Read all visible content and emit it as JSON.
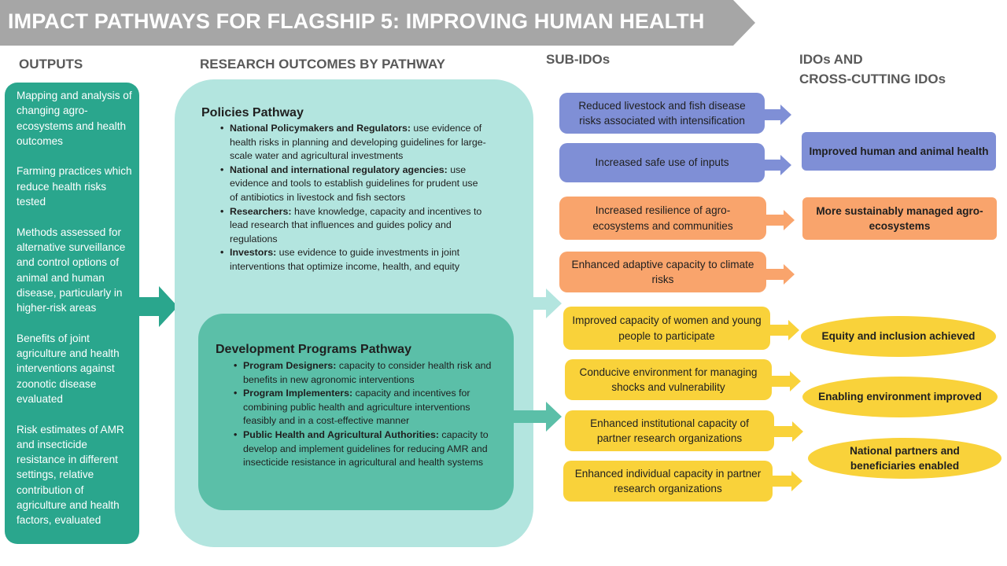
{
  "title": "IMPACT PATHWAYS FOR FLAGSHIP 5: IMPROVING HUMAN HEALTH",
  "headers": {
    "outputs": "OUTPUTS",
    "research_outcomes": "RESEARCH OUTCOMES  BY PATHWAY",
    "sub_idos": "SUB-IDOs",
    "idos_line1": "IDOs AND",
    "idos_line2": "CROSS-CUTTING  IDOs"
  },
  "outputs": [
    "Mapping and analysis of changing agro-ecosystems and health outcomes",
    "Farming practices which reduce health risks tested",
    "Methods assessed for alternative surveillance and control options of animal and human disease, particularly in higher-risk areas",
    "Benefits of joint agriculture and health interventions against zoonotic disease evaluated",
    "Risk estimates of AMR and insecticide resistance in different settings, relative contribution  of agriculture and health factors, evaluated"
  ],
  "policies_pathway": {
    "title": "Policies Pathway",
    "items": [
      {
        "label": "National Policymakers and Regulators:",
        "text": " use evidence of health risks in planning and developing guidelines for large-scale water and agricultural investments"
      },
      {
        "label": "National and international regulatory agencies:",
        "text": " use evidence and tools to establish guidelines for prudent use of antibiotics in livestock and fish sectors"
      },
      {
        "label": "Researchers:",
        "text": " have knowledge, capacity and incentives to lead research that influences and guides policy and regulations"
      },
      {
        "label": "Investors:",
        "text": " use evidence to guide investments in joint interventions that optimize income, health, and equity"
      }
    ]
  },
  "development_pathway": {
    "title": "Development Programs Pathway",
    "items": [
      {
        "label": "Program Designers:",
        "text": " capacity to consider health risk and benefits in new agronomic interventions"
      },
      {
        "label": "Program Implementers:",
        "text": " capacity and incentives for combining public health and agriculture interventions feasibly and in a cost-effective manner"
      },
      {
        "label": "Public Health and Agricultural Authorities:",
        "text": " capacity to develop and implement guidelines for reducing AMR and insecticide resistance in agricultural and health systems"
      }
    ]
  },
  "sub_idos": {
    "blue": [
      "Reduced livestock and fish disease risks associated with intensification",
      "Increased safe use of inputs"
    ],
    "orange": [
      "Increased resilience of agro-ecosystems and communities",
      "Enhanced adaptive capacity to climate risks"
    ],
    "yellow": [
      "Improved  capacity of women  and young people to participate",
      "Conducive environment  for managing shocks and vulnerability",
      "Enhanced institutional capacity of partner research organizations",
      "Enhanced individual capacity in partner research organizations"
    ]
  },
  "idos": {
    "health": "Improved human and animal health",
    "ecosystems": "More sustainably managed agro-ecosystems",
    "equity": "Equity and inclusion achieved",
    "enabling": "Enabling environment improved",
    "partners": "National partners and beneficiaries enabled"
  },
  "colors": {
    "banner": "#a6a6a6",
    "outputs": "#2aa68d",
    "research_outcomes": "#b3e5df",
    "development_box": "#5bbfa8",
    "blue": "#7f8fd6",
    "orange": "#f9a46c",
    "yellow": "#f9d23a",
    "header_text": "#595959"
  }
}
